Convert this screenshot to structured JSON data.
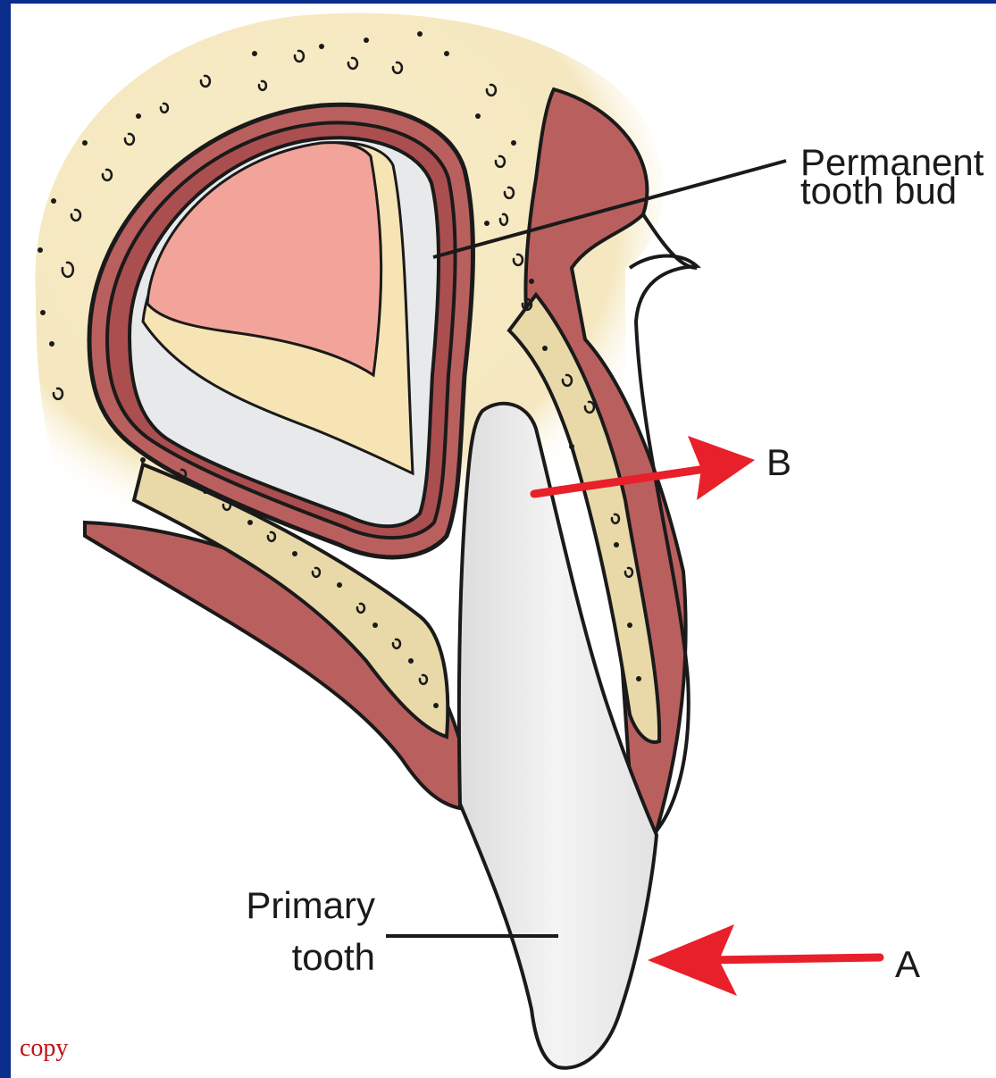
{
  "labels": {
    "permanent_line1": "Permanent",
    "permanent_line2": "tooth bud",
    "primary_line1": "Primary",
    "primary_line2": "tooth",
    "arrow_a": "A",
    "arrow_b": "B",
    "copy": "copy"
  },
  "colors": {
    "background": "#0b2d8c",
    "bone": "#f6ebc4",
    "soft_tissue": "#b9605f",
    "dental_papilla": "#f3a49a",
    "enamel_organ": "#e7e9ea",
    "dentin": "#f7e4b4",
    "tooth": "#ececec",
    "arrow": "#e8202a",
    "copy_text": "#c01010"
  }
}
